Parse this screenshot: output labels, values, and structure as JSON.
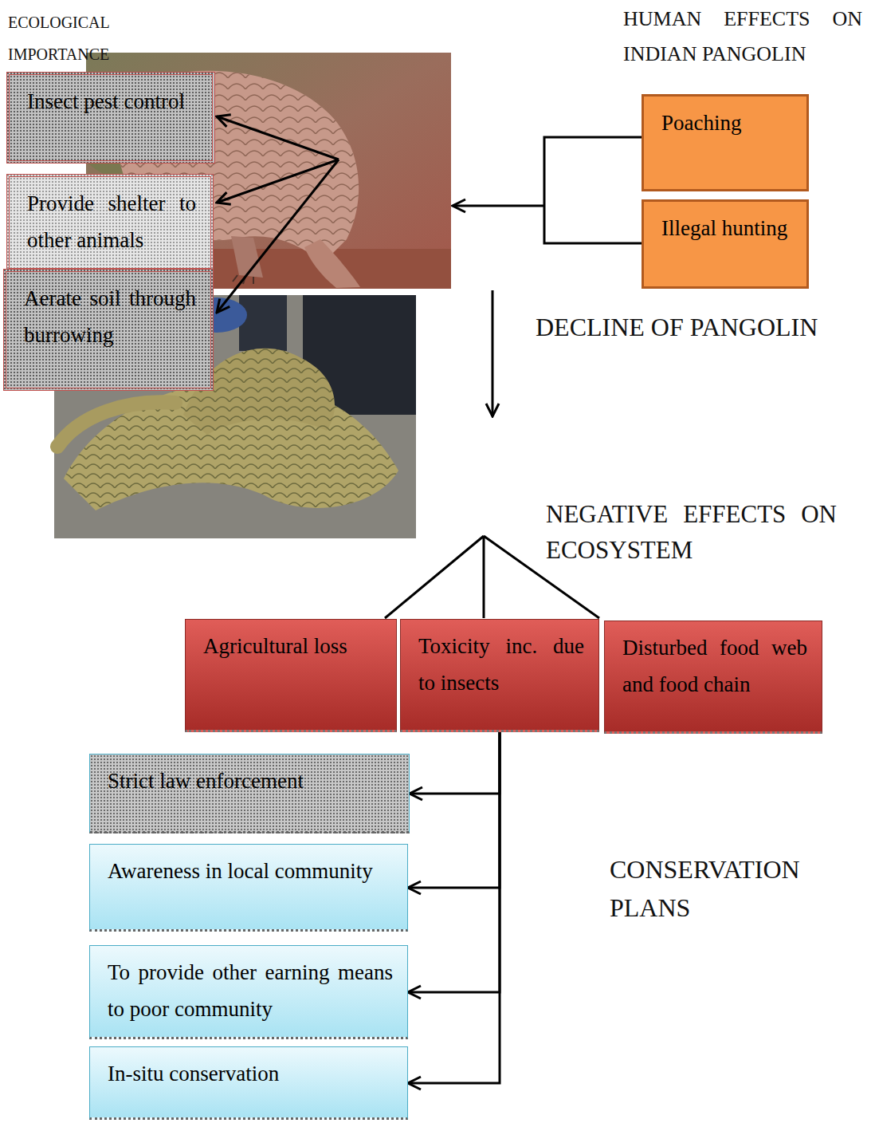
{
  "diagram": {
    "nodes": [
      {
        "text": [
          "Insect pest control"
        ]
      },
      {
        "text": [
          "Provide shelter to other animals"
        ]
      },
      {
        "text": [
          "Aerate soil through burrowing"
        ]
      },
      {
        "text": [
          "Poaching"
        ]
      },
      {
        "text": [
          "Illegal hunting"
        ]
      },
      {
        "text": [
          "Agricultural loss"
        ]
      },
      {
        "text": [
          "Toxicity inc. due to insects"
        ]
      },
      {
        "text": [
          "Disturbed food web and food chain"
        ]
      },
      {
        "text": [
          "Strict law enforcement"
        ]
      },
      {
        "text": [
          "Awareness in local community"
        ]
      },
      {
        "text": [
          "To provide other earning means to poor community"
        ]
      },
      {
        "text": [
          "In-situ conservation"
        ]
      }
    ],
    "edges": [
      {
        "from": 6,
        "to": 8,
        "arrow": "to"
      },
      {
        "from": 6,
        "to": 9,
        "arrow": "to"
      },
      {
        "from": 6,
        "to": 10,
        "arrow": "to"
      },
      {
        "from": 6,
        "to": 11,
        "arrow": "to"
      }
    ],
    "labels": [
      "ECOLOGICAL IMPORTANCE",
      "HUMAN EFFECTS ON INDIAN PANGOLIN",
      "DECLINE OF PANGOLIN",
      "NEGATIVE EFFECTS ON ECOSYSTEM",
      "CONSERVATION PLANS"
    ]
  }
}
